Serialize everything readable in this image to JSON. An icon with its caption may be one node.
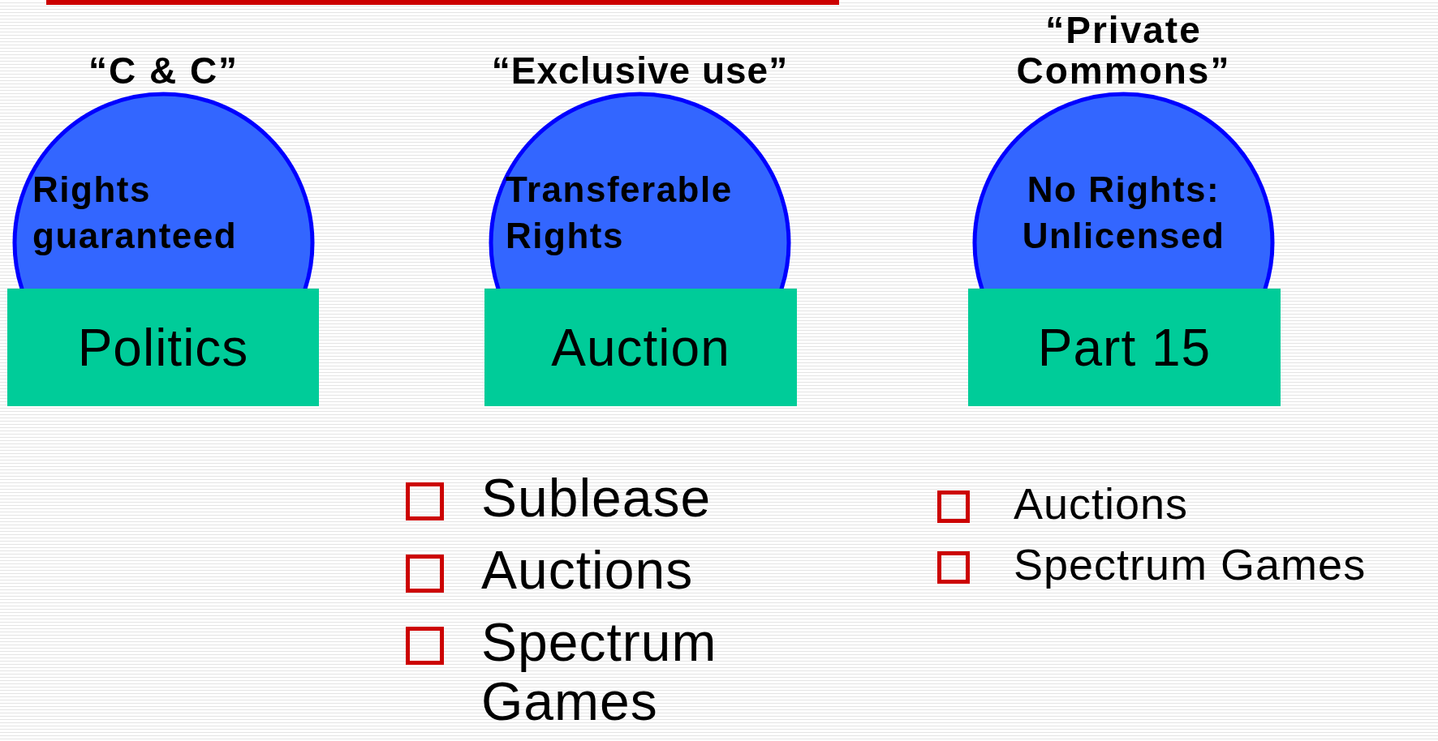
{
  "diagram": {
    "nodes": [
      {
        "text": [
          "“C & C”",
          "Rights guaranteed"
        ]
      },
      {
        "text": [
          "Politics"
        ]
      },
      {
        "text": [
          "“Exclusive use”",
          "Transferable Rights"
        ]
      },
      {
        "text": [
          "Auction"
        ]
      },
      {
        "text": [
          "“Private Commons”",
          "No Rights: Unlicensed"
        ]
      },
      {
        "text": [
          "Part 15"
        ]
      }
    ],
    "edges": [],
    "labels": [
      "Sublease",
      "Auctions",
      "Spectrum Games",
      "Auctions",
      "Spectrum Games"
    ]
  }
}
